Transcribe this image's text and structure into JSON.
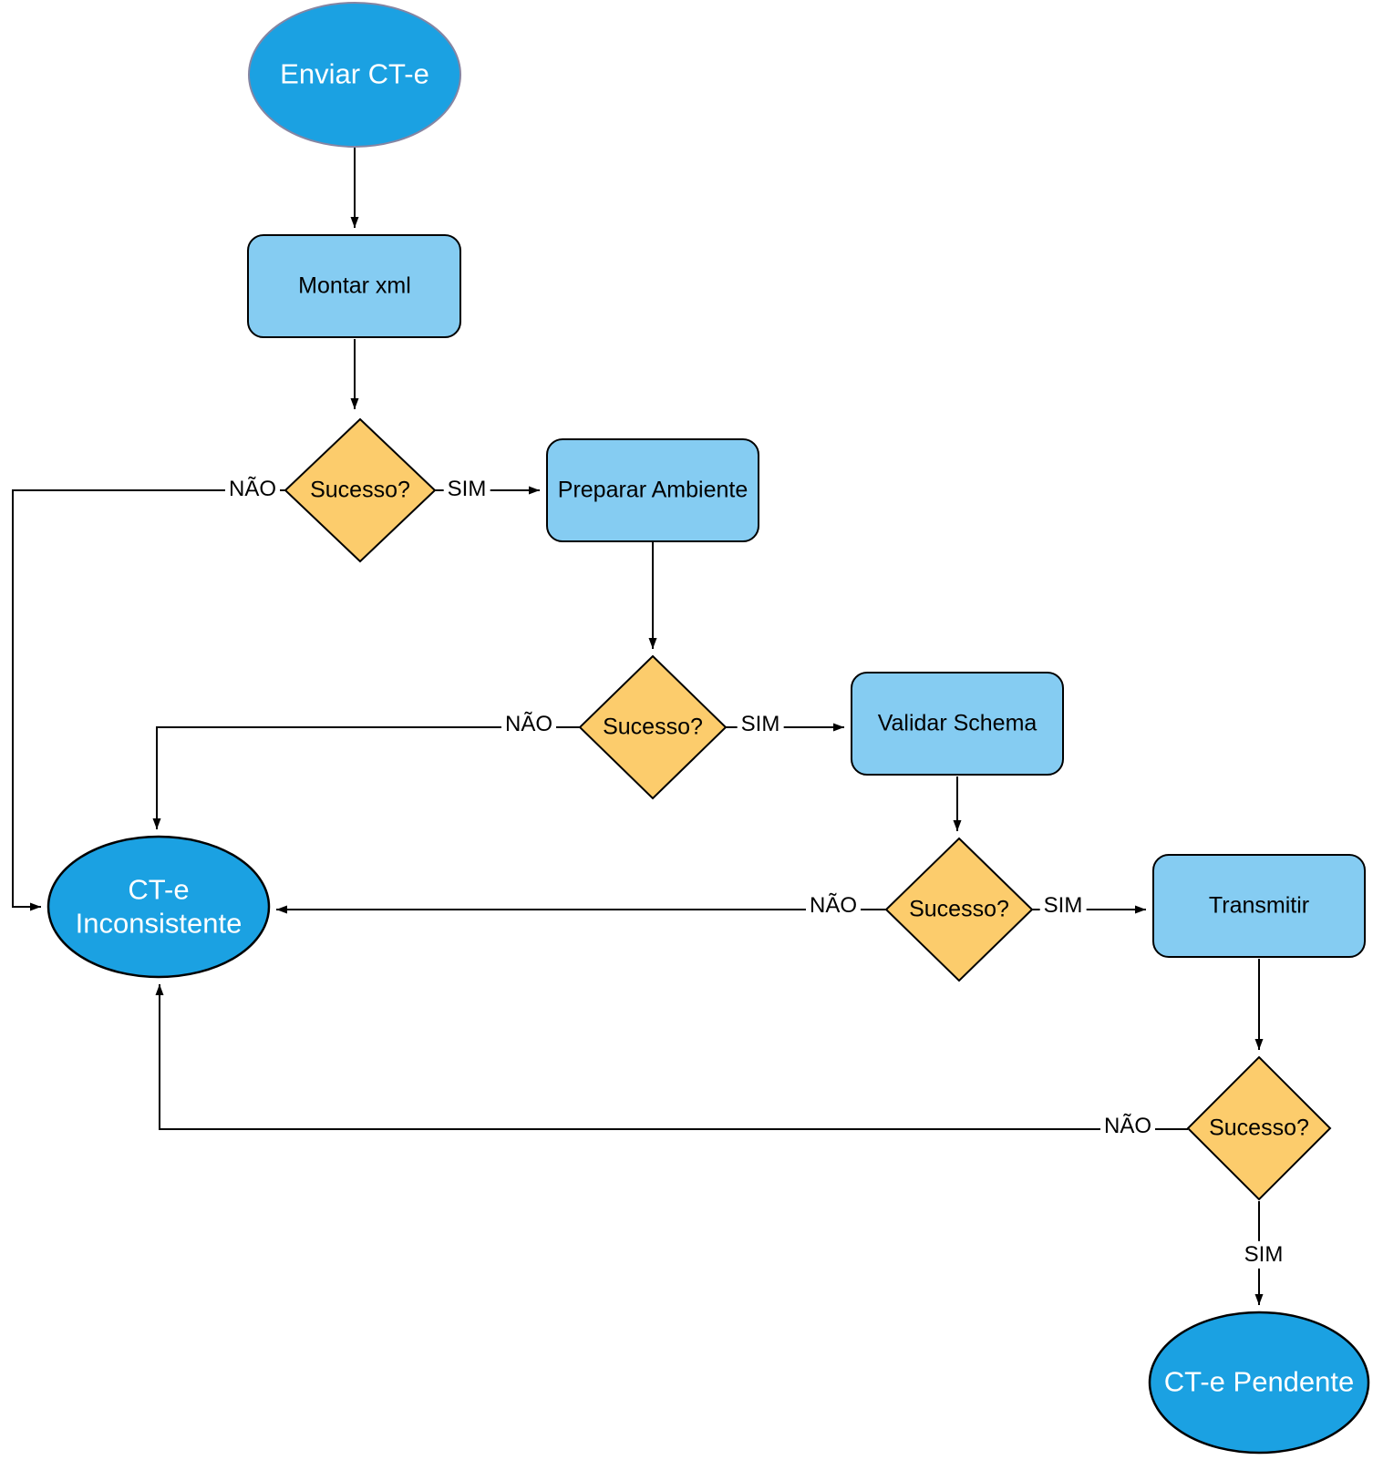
{
  "colors": {
    "terminator_fill": "#1BA1E2",
    "terminator_text": "#FFFFFF",
    "start_stroke": "#8585A3",
    "process_fill": "#85CCF2",
    "decision_fill": "#FCCC6C",
    "stroke": "#000000"
  },
  "nodes": {
    "start": {
      "label": "Enviar CT-e",
      "type": "terminator"
    },
    "montar_xml": {
      "label": "Montar xml",
      "type": "process"
    },
    "decision_montar": {
      "label": "Sucesso?",
      "type": "decision"
    },
    "preparar_ambiente": {
      "label": "Preparar Ambiente",
      "type": "process"
    },
    "decision_preparar": {
      "label": "Sucesso?",
      "type": "decision"
    },
    "validar_schema": {
      "label": "Validar Schema",
      "type": "process"
    },
    "decision_validar": {
      "label": "Sucesso?",
      "type": "decision"
    },
    "cte_inconsistente": {
      "label_line1": "CT-e",
      "label_line2": "Inconsistente",
      "type": "terminator"
    },
    "transmitir": {
      "label": "Transmitir",
      "type": "process"
    },
    "decision_transmitir": {
      "label": "Sucesso?",
      "type": "decision"
    },
    "cte_pendente": {
      "label": "CT-e Pendente",
      "type": "terminator"
    }
  },
  "edge_labels": {
    "montar_nao": "NÃO",
    "montar_sim": "SIM",
    "preparar_nao": "NÃO",
    "preparar_sim": "SIM",
    "validar_nao": "NÃO",
    "validar_sim": "SIM",
    "transmitir_nao": "NÃO",
    "transmitir_sim": "SIM"
  }
}
